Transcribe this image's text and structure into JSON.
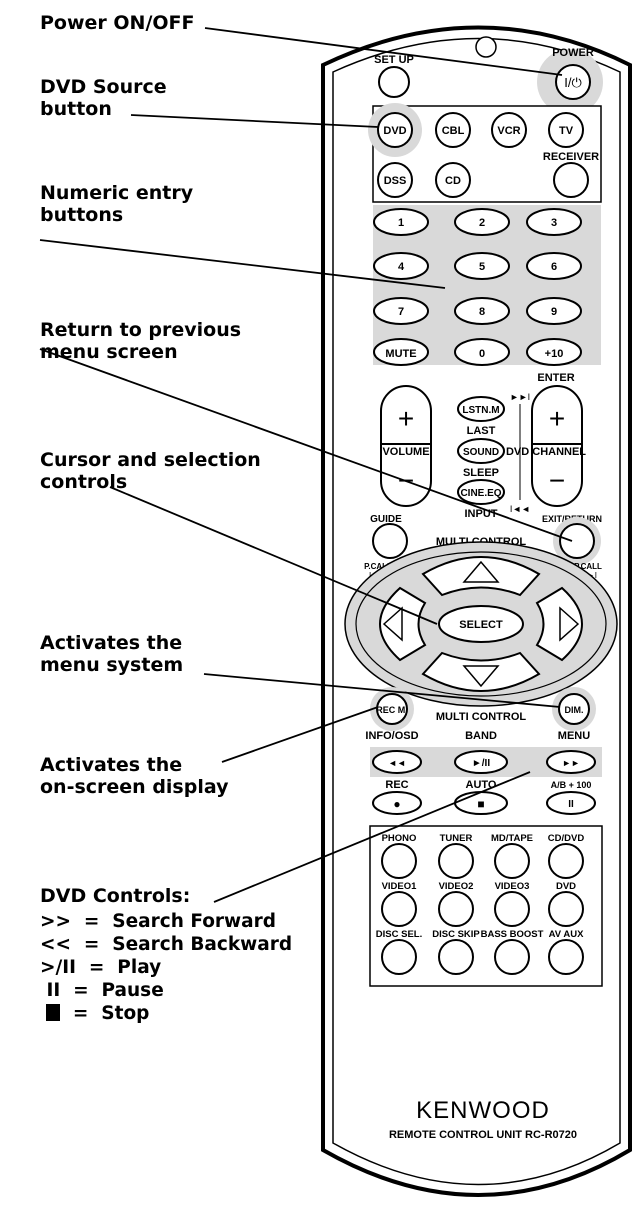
{
  "callouts": {
    "power": "Power ON/OFF",
    "dvd_source": "DVD Source\nbutton",
    "numeric": "Numeric entry\nbuttons",
    "return": "Return to previous\nmenu screen",
    "cursor": "Cursor and selection\ncontrols",
    "menu": "Activates the\nmenu system",
    "osd": "Activates the\non-screen display"
  },
  "legend": {
    "title": "DVD Controls:",
    "rows": [
      ">>  =  Search Forward",
      "<<  =  Search Backward",
      ">/II  =  Play",
      " II  =  Pause",
      "=  Stop"
    ]
  },
  "remote": {
    "setup": "SET UP",
    "power": "POWER",
    "power_symbol": "I/⏻",
    "source_buttons": [
      "DVD",
      "CBL",
      "VCR",
      "TV",
      "DSS",
      "CD"
    ],
    "receiver": "RECEIVER",
    "numbers": [
      "1",
      "2",
      "3",
      "4",
      "5",
      "6",
      "7",
      "8",
      "9"
    ],
    "mute": "MUTE",
    "zero": "0",
    "plus10": "+10",
    "enter": "ENTER",
    "lstnm": "LSTN.M",
    "last": "LAST",
    "sound": "SOUND",
    "sleep": "SLEEP",
    "cineeq": "CINE.EQ",
    "input": "INPUT",
    "volume": "VOLUME",
    "dvd_channel": "DVD CHANNEL",
    "guide": "GUIDE",
    "exit_return": "EXIT/RETURN",
    "multi_control": "MULTI CONTROL",
    "pcall": "P.CALL",
    "select": "SELECT",
    "recm": "REC M.",
    "dim": "DIM.",
    "info_osd": "INFO/OSD",
    "band": "BAND",
    "menu": "MENU",
    "rew": "◄◄",
    "play": "►/II",
    "ff": "►►",
    "rec": "REC",
    "auto": "AUTO",
    "ab100": "A/B + 100",
    "rec_dot": "●",
    "stop_sq": "■",
    "pause": "II",
    "input_buttons": [
      "PHONO",
      "TUNER",
      "MD/TAPE",
      "CD/DVD",
      "VIDEO1",
      "VIDEO2",
      "VIDEO3",
      "DVD",
      "DISC SEL.",
      "DISC SKIP",
      "BASS BOOST",
      "AV AUX"
    ],
    "brand": "KENWOOD",
    "model": "REMOTE CONTROL UNIT RC-R0720"
  }
}
